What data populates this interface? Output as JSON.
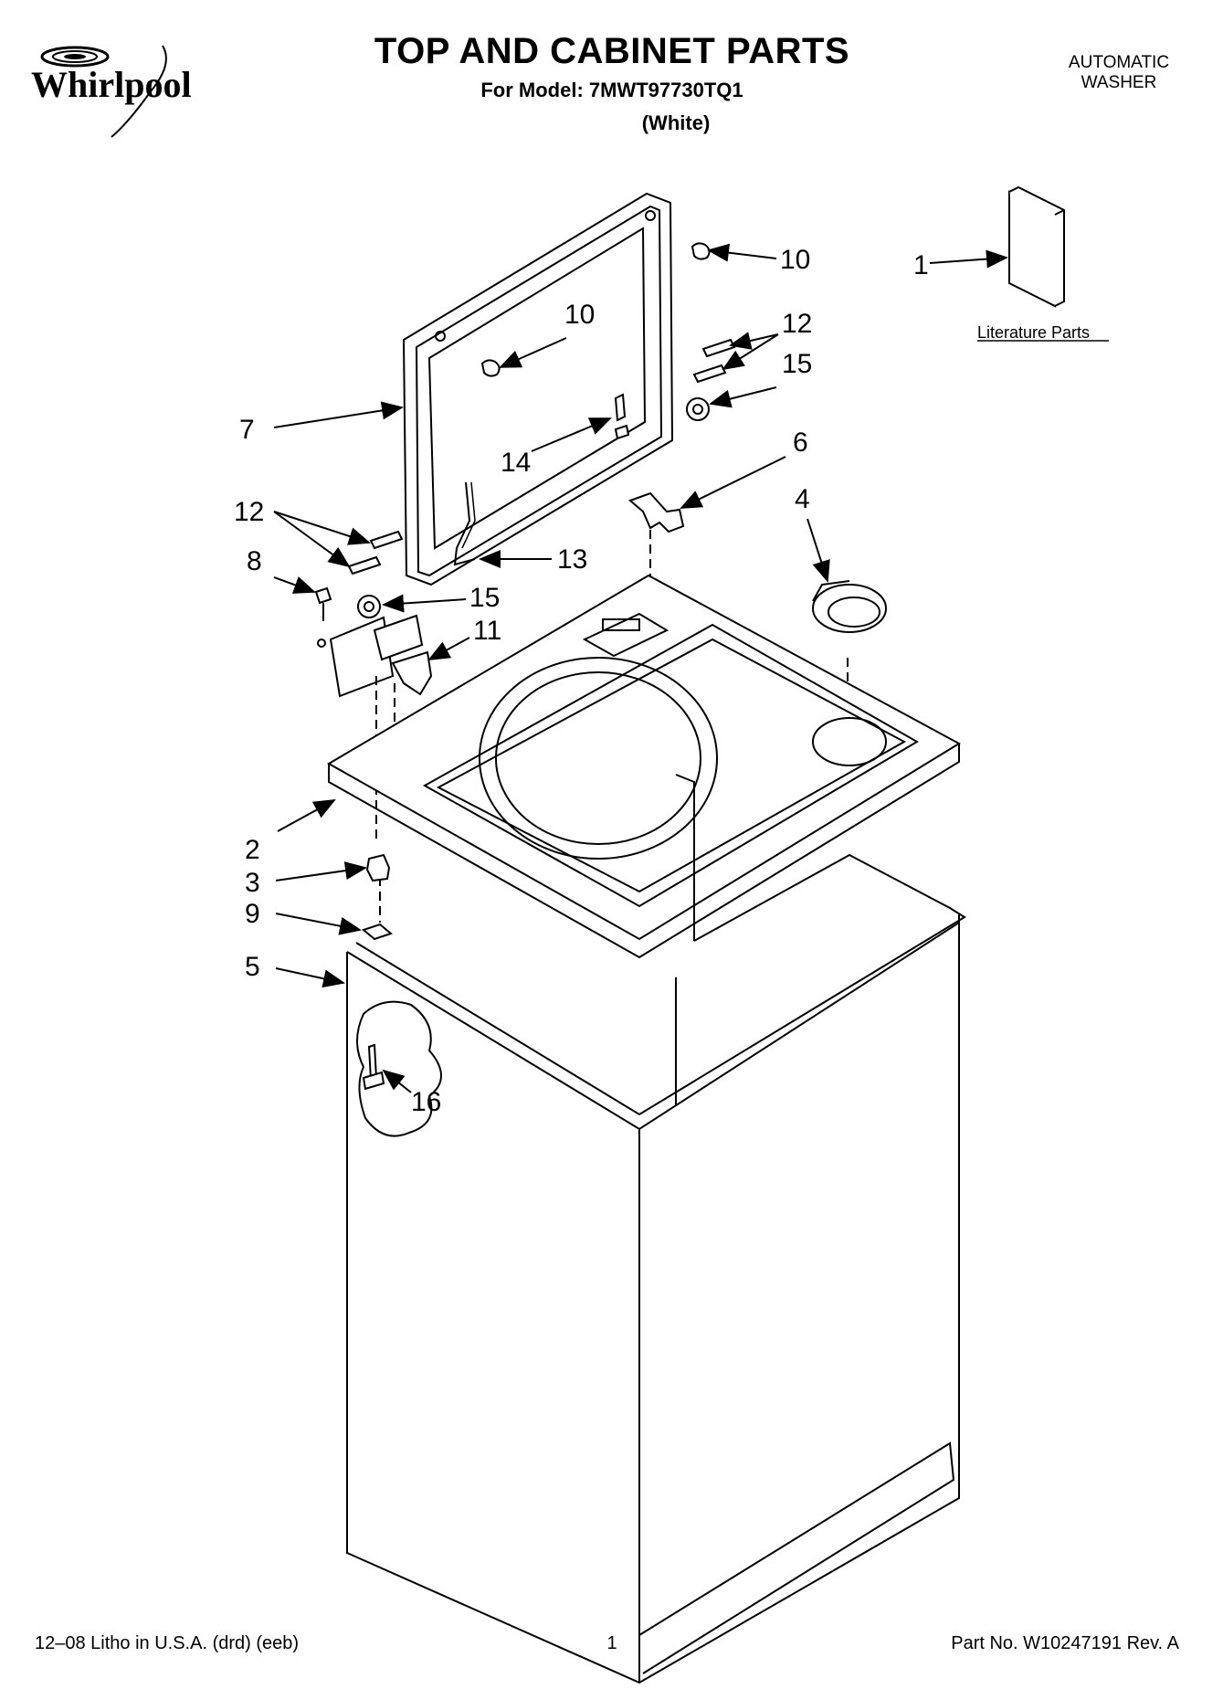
{
  "header": {
    "brand": "Whirlpool",
    "title": "TOP AND CABINET PARTS",
    "model_line": "For Model: 7MWT97730TQ1",
    "color": "(White)",
    "product_line1": "AUTOMATIC",
    "product_line2": "WASHER"
  },
  "literature": {
    "label": "Literature Parts",
    "callout": "1"
  },
  "callouts": {
    "c1": "1",
    "c2": "2",
    "c3": "3",
    "c4": "4",
    "c5": "5",
    "c6": "6",
    "c7": "7",
    "c8": "8",
    "c9": "9",
    "c10a": "10",
    "c10b": "10",
    "c11": "11",
    "c12a": "12",
    "c12b": "12",
    "c13": "13",
    "c14": "14",
    "c15a": "15",
    "c15b": "15",
    "c16": "16"
  },
  "footer": {
    "left": "12–08 Litho in U.S.A. (drd) (eeb)",
    "page": "1",
    "part_no": "Part No. W10247191 Rev. A"
  }
}
